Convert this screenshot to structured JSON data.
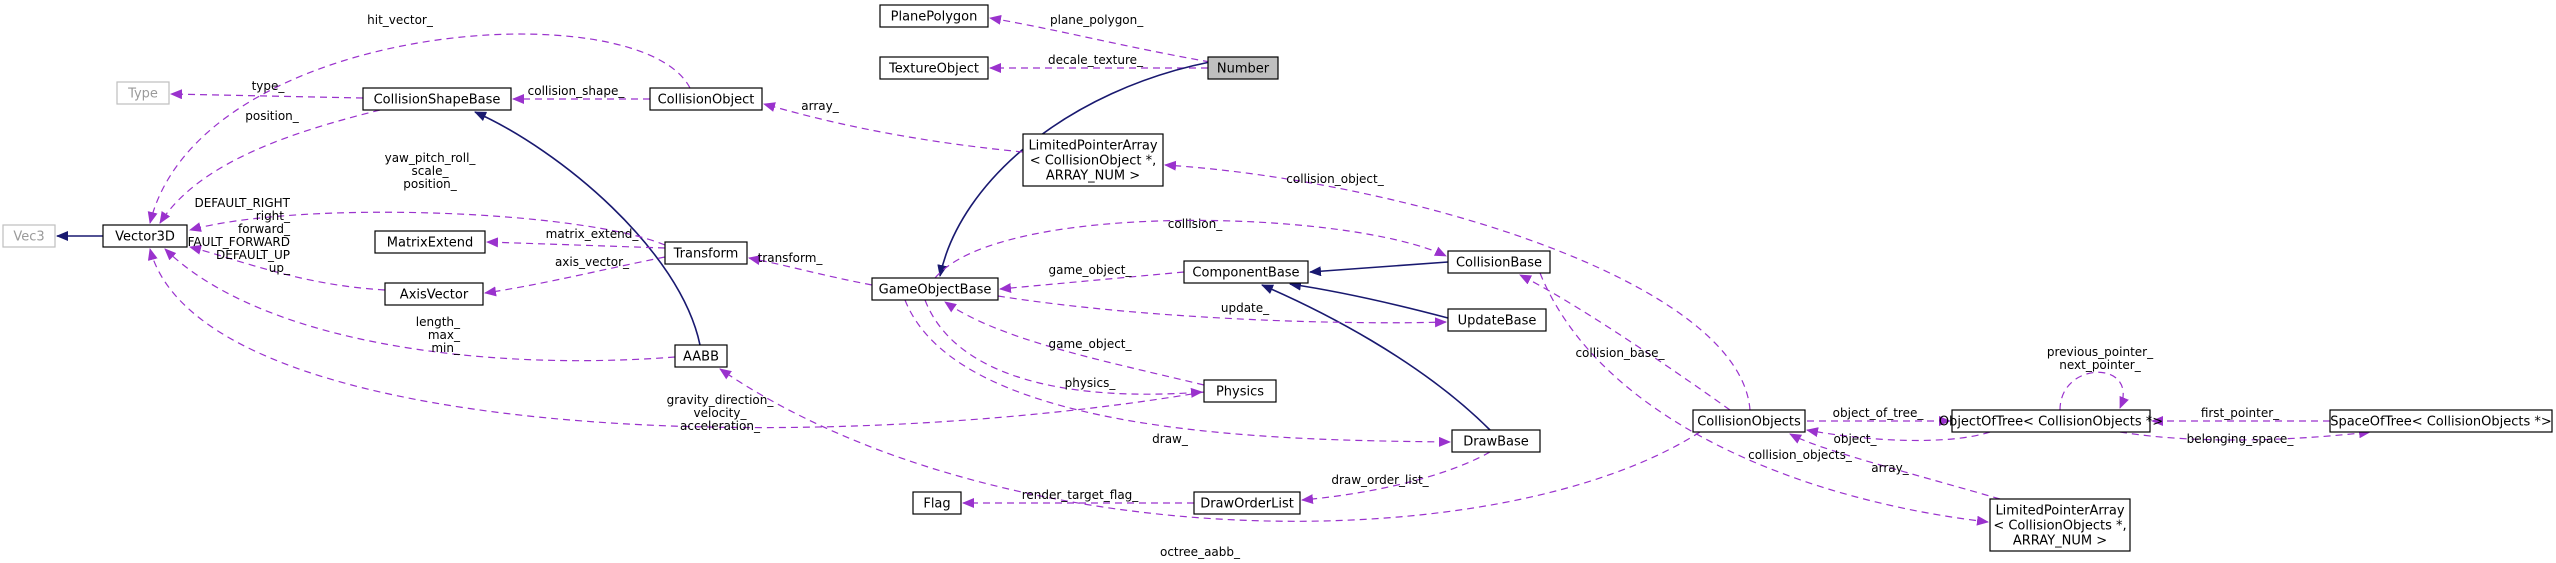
{
  "nodes": {
    "number": {
      "label": [
        "Number"
      ]
    },
    "plane_polygon": {
      "label": [
        "PlanePolygon"
      ]
    },
    "texture_object": {
      "label": [
        "TextureObject"
      ]
    },
    "type": {
      "label": [
        "Type"
      ]
    },
    "collision_shape_base": {
      "label": [
        "CollisionShapeBase"
      ]
    },
    "collision_object": {
      "label": [
        "CollisionObject"
      ]
    },
    "vec3": {
      "label": [
        "Vec3"
      ]
    },
    "vector3d": {
      "label": [
        "Vector3D"
      ]
    },
    "matrix_extend": {
      "label": [
        "MatrixExtend"
      ]
    },
    "transform": {
      "label": [
        "Transform"
      ]
    },
    "axis_vector": {
      "label": [
        "AxisVector"
      ]
    },
    "aabb": {
      "label": [
        "AABB"
      ]
    },
    "lpa_collision_object": {
      "label": [
        "LimitedPointerArray",
        "< CollisionObject *,",
        "ARRAY_NUM >"
      ]
    },
    "game_object_base": {
      "label": [
        "GameObjectBase"
      ]
    },
    "component_base": {
      "label": [
        "ComponentBase"
      ]
    },
    "collision_base": {
      "label": [
        "CollisionBase"
      ]
    },
    "update_base": {
      "label": [
        "UpdateBase"
      ]
    },
    "physics": {
      "label": [
        "Physics"
      ]
    },
    "draw_base": {
      "label": [
        "DrawBase"
      ]
    },
    "flag": {
      "label": [
        "Flag"
      ]
    },
    "draw_order_list": {
      "label": [
        "DrawOrderList"
      ]
    },
    "collision_objects": {
      "label": [
        "CollisionObjects"
      ]
    },
    "object_of_tree": {
      "label": [
        "ObjectOfTree< CollisionObjects *>"
      ]
    },
    "space_of_tree": {
      "label": [
        "SpaceOfTree< CollisionObjects *>"
      ]
    },
    "lpa_collision_objects": {
      "label": [
        "LimitedPointerArray",
        "< CollisionObjects *,",
        "ARRAY_NUM >"
      ]
    }
  },
  "edge_labels": {
    "hit_vector": [
      "hit_vector_"
    ],
    "plane_polygon": [
      "plane_polygon_"
    ],
    "decale_texture": [
      "decale_texture_"
    ],
    "type": [
      "type_"
    ],
    "collision_shape": [
      "collision_shape_"
    ],
    "position": [
      "position_"
    ],
    "array_co": [
      "array_"
    ],
    "yaw_pitch_roll": [
      "yaw_pitch_roll_",
      "scale_",
      "position_"
    ],
    "default_right": [
      "DEFAULT_RIGHT",
      "right_",
      "forward_",
      "DEFAULT_FORWARD",
      "DEFAULT_UP",
      "up_"
    ],
    "matrix_extend": [
      "matrix_extend_"
    ],
    "axis_vector": [
      "axis_vector_"
    ],
    "transform": [
      "transform_"
    ],
    "length": [
      "length_",
      "max_",
      "min_"
    ],
    "collision_object": [
      "collision_object_"
    ],
    "collision": [
      "collision_"
    ],
    "game_object_top": [
      "game_object_"
    ],
    "game_object_phys": [
      "game_object_"
    ],
    "physics": [
      "physics_"
    ],
    "update": [
      "update_"
    ],
    "gravity": [
      "gravity_direction_",
      "velocity_",
      "acceleration_"
    ],
    "draw": [
      "draw_"
    ],
    "collision_base": [
      "collision_base_"
    ],
    "draw_order_list": [
      "draw_order_list_"
    ],
    "render_target_flag": [
      "render_target_flag_"
    ],
    "octree_aabb": [
      "octree_aabb_"
    ],
    "object_of_tree": [
      "object_of_tree_"
    ],
    "object": [
      "object_"
    ],
    "collision_objects": [
      "collision_objects_"
    ],
    "array_cos": [
      "array_"
    ],
    "prev_next": [
      "previous_pointer_",
      "next_pointer_"
    ],
    "first_pointer": [
      "first_pointer_"
    ],
    "belonging_space": [
      "belonging_space_"
    ]
  },
  "colors": {
    "usage_edge": "#9a32cd",
    "inheritance_edge": "#191970",
    "highlight_fill": "#bfbfbf",
    "grey_node": "#bfbfbf"
  }
}
